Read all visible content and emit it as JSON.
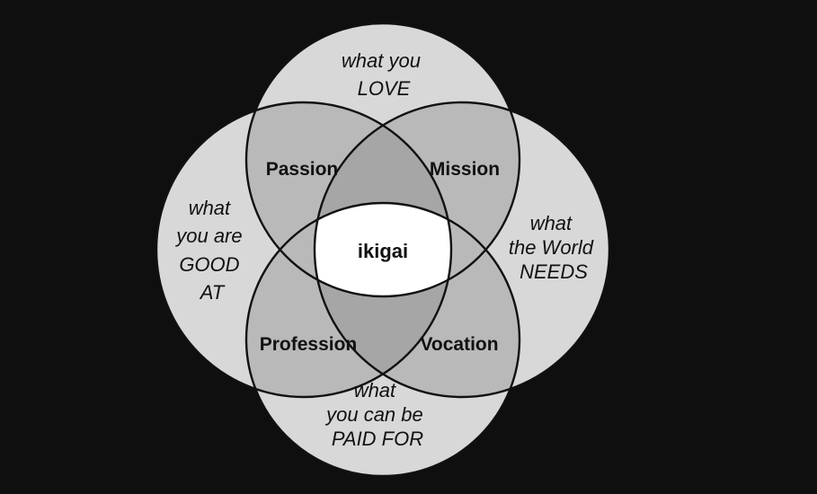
{
  "diagram": {
    "colors": {
      "background": "#0f0f0f",
      "single_region": "#d8d8d8",
      "pair_overlap": "#b9b9b9",
      "triple_overlap": "#a6a6a6",
      "center": "#ffffff",
      "outline": "#111111"
    },
    "circles": {
      "love": {
        "lines": [
          "what you",
          "LOVE"
        ]
      },
      "good_at": {
        "lines": [
          "what",
          "you are",
          "GOOD",
          "AT"
        ]
      },
      "world_needs": {
        "lines": [
          "what",
          "the World",
          "NEEDS"
        ]
      },
      "paid_for": {
        "lines": [
          "what",
          "you can be",
          "PAID FOR"
        ]
      }
    },
    "overlaps": {
      "passion": "Passion",
      "mission": "Mission",
      "profession": "Profession",
      "vocation": "Vocation"
    },
    "center": "ikigai"
  }
}
